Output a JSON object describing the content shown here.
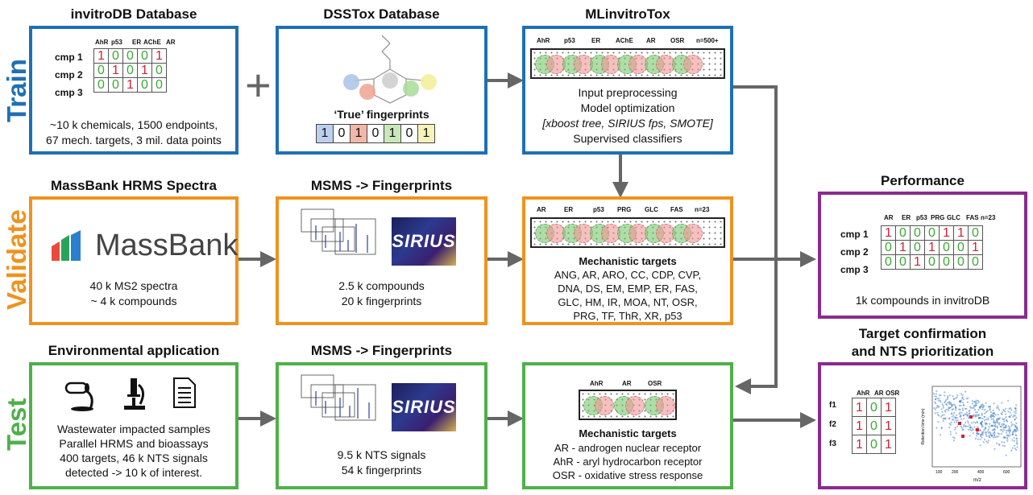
{
  "rows": {
    "train": "Train",
    "validate": "Validate",
    "test": "Test"
  },
  "invitrodb": {
    "title": "invitroDB  Database",
    "cols": [
      "AhR",
      "p53",
      "ER",
      "AChE",
      "AR"
    ],
    "rows": [
      {
        "label": "cmp 1",
        "vals": [
          "1",
          "0",
          "0",
          "0",
          "1"
        ]
      },
      {
        "label": "cmp 2",
        "vals": [
          "0",
          "1",
          "0",
          "1",
          "0"
        ]
      },
      {
        "label": "cmp 3",
        "vals": [
          "0",
          "0",
          "1",
          "0",
          "0"
        ]
      }
    ],
    "desc1": "~10 k chemicals, 1500 endpoints,",
    "desc2": "67 mech. targets, 3 mil. data points"
  },
  "plus": "+",
  "dsstox": {
    "title": "DSSTox Database",
    "fp_label": "‘True’ fingerprints",
    "fp": [
      "1",
      "0",
      "1",
      "0",
      "1",
      "0",
      "1"
    ]
  },
  "mlinvitrotox": {
    "title": "MLinvitroTox",
    "targets": [
      "AhR",
      "p53",
      "ER",
      "AChE",
      "AR",
      "OSR",
      "n=500+"
    ],
    "l1": "Input preprocessing",
    "l2": "Model optimization",
    "l3": "[xboost tree, SIRIUS fps, SMOTE]",
    "l4": "Supervised classifiers"
  },
  "massbank": {
    "title": "MassBank HRMS Spectra",
    "logo": "MassBank",
    "l1": "40 k MS2 spectra",
    "l2": "~ 4 k compounds"
  },
  "msms_val": {
    "title": "MSMS -> Fingerprints",
    "logo": "SIRIUS",
    "l1": "2.5 k compounds",
    "l2": "20 k fingerprints"
  },
  "val_model": {
    "targets": [
      "AR",
      "ER",
      "p53",
      "PRG",
      "GLC",
      "FAS",
      "n=23"
    ],
    "heading": "Mechanistic targets",
    "lines": [
      "ANG, AR, ARO, CC, CDP, CVP,",
      "DNA, DS, EM, EMP, ER, FAS,",
      "GLC, HM, IR, MOA, NT, OSR,",
      "PRG, TF, ThR, XR, p53"
    ]
  },
  "performance": {
    "title": "Performance",
    "cols": [
      "AR",
      "ER",
      "p53",
      "PRG",
      "GLC",
      "FAS",
      "n=23"
    ],
    "rows": [
      {
        "label": "cmp 1",
        "vals": [
          "1",
          "0",
          "0",
          "0",
          "1",
          "1",
          "0"
        ]
      },
      {
        "label": "cmp 2",
        "vals": [
          "0",
          "1",
          "0",
          "1",
          "0",
          "0",
          "1"
        ]
      },
      {
        "label": "cmp 3",
        "vals": [
          "0",
          "0",
          "1",
          "0",
          "0",
          "0",
          "0"
        ]
      }
    ],
    "desc": "1k compounds in invitroDB"
  },
  "env": {
    "title": "Environmental application",
    "lines": [
      "Wastewater impacted samples",
      "Parallel HRMS and bioassays",
      "400 targets, 46 k NTS signals",
      "detected  -> 10 k of interest."
    ]
  },
  "msms_test": {
    "title": "MSMS -> Fingerprints",
    "logo": "SIRIUS",
    "l1": "9.5 k NTS signals",
    "l2": "54 k fingerprints"
  },
  "test_model": {
    "targets": [
      "AhR",
      "AR",
      "OSR"
    ],
    "heading": "Mechanistic targets",
    "lines": [
      "AR - androgen nuclear receptor",
      "AhR - aryl hydrocarbon receptor",
      "OSR - oxidative stress response"
    ]
  },
  "confirm": {
    "title1": "Target confirmation",
    "title2": "and NTS prioritization",
    "cols": [
      "AhR",
      "AR",
      "OSR"
    ],
    "rows": [
      {
        "label": "f1",
        "vals": [
          "1",
          "0",
          "1"
        ]
      },
      {
        "label": "f2",
        "vals": [
          "1",
          "0",
          "1"
        ]
      },
      {
        "label": "f3",
        "vals": [
          "1",
          "0",
          "1"
        ]
      }
    ],
    "xaxis": "m/z",
    "yaxis": "Retention time (min)",
    "xticks": [
      "100",
      "200",
      "400",
      "600"
    ]
  },
  "colors": {
    "blue": "#1f6fb5",
    "orange": "#f0921e",
    "green": "#4fb04a",
    "purple": "#8b2a8f",
    "arrow": "#666666"
  }
}
